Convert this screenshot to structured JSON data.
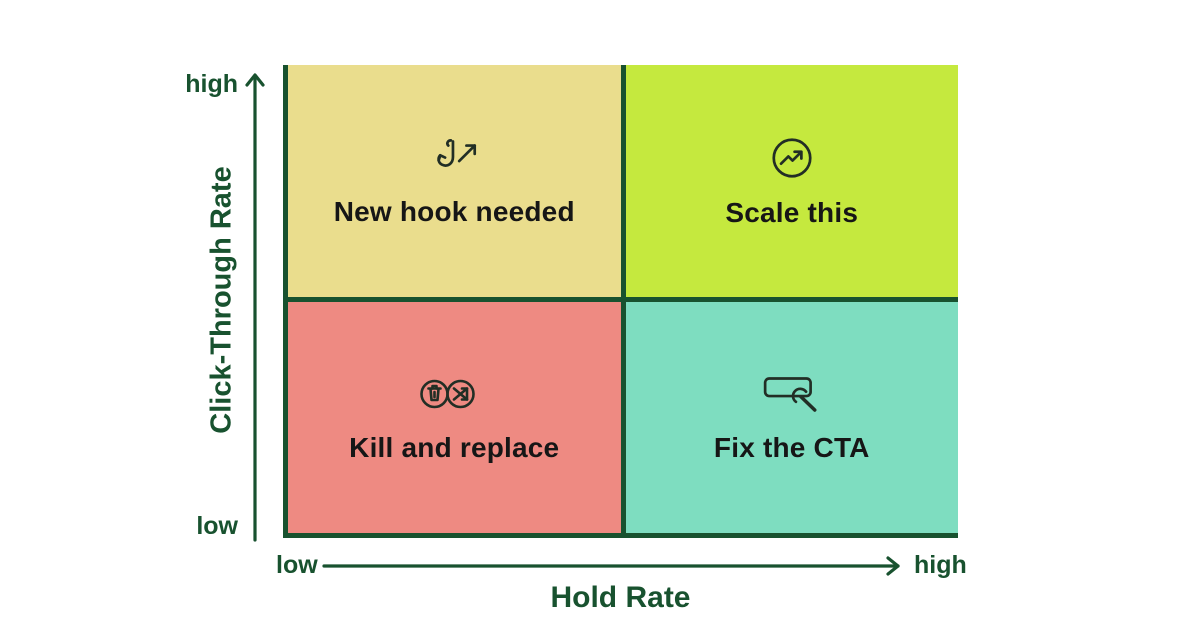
{
  "matrix": {
    "x_axis": {
      "label": "Hold Rate",
      "min_label": "low",
      "max_label": "high"
    },
    "y_axis": {
      "label": "Click-Through Rate",
      "min_label": "low",
      "max_label": "high"
    },
    "quadrants": [
      {
        "position": "top-left",
        "x": "low",
        "y": "high",
        "label": "New hook needed",
        "icon": "hook-arrow-icon",
        "color": "#eadd8d"
      },
      {
        "position": "top-right",
        "x": "high",
        "y": "high",
        "label": "Scale this",
        "icon": "trending-up-icon",
        "color": "#c5e93e"
      },
      {
        "position": "bottom-left",
        "x": "low",
        "y": "low",
        "label": "Kill and replace",
        "icon": "trash-swap-icon",
        "color": "#ee8a82"
      },
      {
        "position": "bottom-right",
        "x": "high",
        "y": "low",
        "label": "Fix the CTA",
        "icon": "wrench-button-icon",
        "color": "#7eddc0"
      }
    ],
    "colors": {
      "axis": "#18522f",
      "quadrant_text": "#161616",
      "background": "#ffffff"
    }
  }
}
